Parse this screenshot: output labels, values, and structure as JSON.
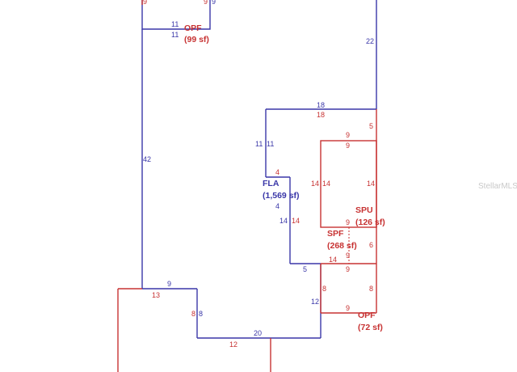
{
  "colors": {
    "blue": "#3a37a8",
    "red": "#c73232",
    "watermark": "#c9c9c9"
  },
  "areas": {
    "opf_top": {
      "name": "OPF",
      "size": "(99 sf)"
    },
    "fla": {
      "name": "FLA",
      "size": "(1,569 sf)"
    },
    "spu": {
      "name": "SPU",
      "size": "(126 sf)"
    },
    "spf": {
      "name": "SPF",
      "size": "(268 sf)"
    },
    "opf_bottom": {
      "name": "OPF",
      "size": "(72 sf)"
    }
  },
  "dimensions": {
    "top_left_9": "9",
    "top_right_9a": "9",
    "top_right_9b": "9",
    "opf_11a": "11",
    "opf_11b": "11",
    "right_22": "22",
    "left_42": "42",
    "top_18a": "18",
    "top_18b": "18",
    "side_11a": "11",
    "side_11b": "11",
    "small_4a": "4",
    "small_4b": "4",
    "side_14a": "14",
    "side_14b": "14",
    "bottom_5": "5",
    "left_9": "9",
    "left_13": "13",
    "left_8a": "8",
    "left_8b": "8",
    "bottom_20": "20",
    "bottom_12": "12",
    "mid_12": "12",
    "mid_8": "8",
    "right_5": "5",
    "spu_9a": "9",
    "spu_9b": "9",
    "spu_14a": "14",
    "spu_14b": "14",
    "spu_14c": "14",
    "spu_9c": "9",
    "spf_6": "6",
    "spf_14": "14",
    "spf_9": "9",
    "spf_9b": "9",
    "opf_8": "8",
    "opf_9": "9"
  },
  "watermark": "StellarMLS"
}
